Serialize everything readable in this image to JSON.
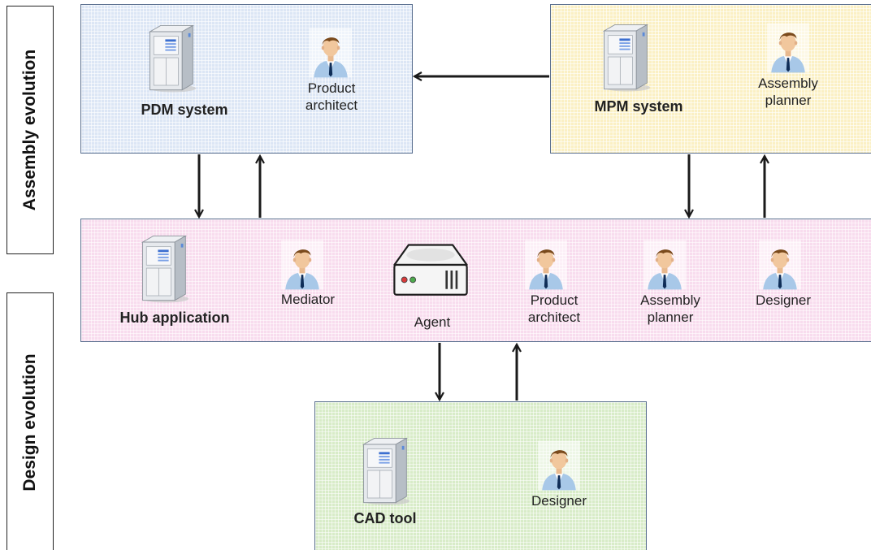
{
  "side_labels": {
    "assembly": "Assembly evolution",
    "design": "Design evolution"
  },
  "pdm": {
    "system_label": "PDM system",
    "role_label": "Product\narchitect"
  },
  "mpm": {
    "system_label": "MPM system",
    "role_label": "Assembly\nplanner"
  },
  "hub": {
    "system_label": "Hub application",
    "mediator_label": "Mediator",
    "agent_label": "Agent",
    "product_architect_label": "Product\narchitect",
    "assembly_planner_label": "Assembly\nplanner",
    "designer_label": "Designer"
  },
  "cad": {
    "system_label": "CAD tool",
    "role_label": "Designer"
  },
  "colors": {
    "pdm_box": "#dce6f5",
    "mpm_box": "#fbf0c4",
    "hub_box": "#f8dcee",
    "cad_box": "#d8ecc8",
    "arrow": "#1a1a1a"
  },
  "icons": {
    "server": "server-tower-icon",
    "person": "person-icon",
    "agent": "agent-device-icon"
  }
}
